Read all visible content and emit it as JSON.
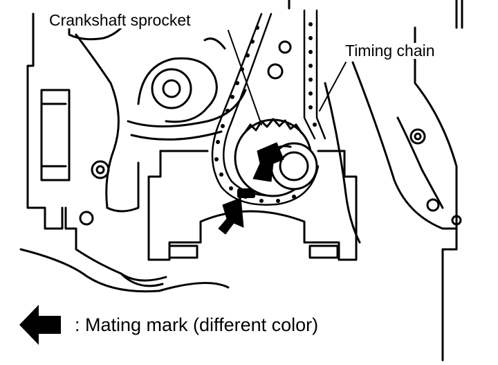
{
  "labels": {
    "crankshaft_sprocket": "Crankshaft sprocket",
    "timing_chain": "Timing chain"
  },
  "legend": {
    "icon": "left-arrow-icon",
    "text": ": Mating mark (different color)"
  },
  "colors": {
    "ink": "#000000",
    "paper": "#ffffff"
  }
}
